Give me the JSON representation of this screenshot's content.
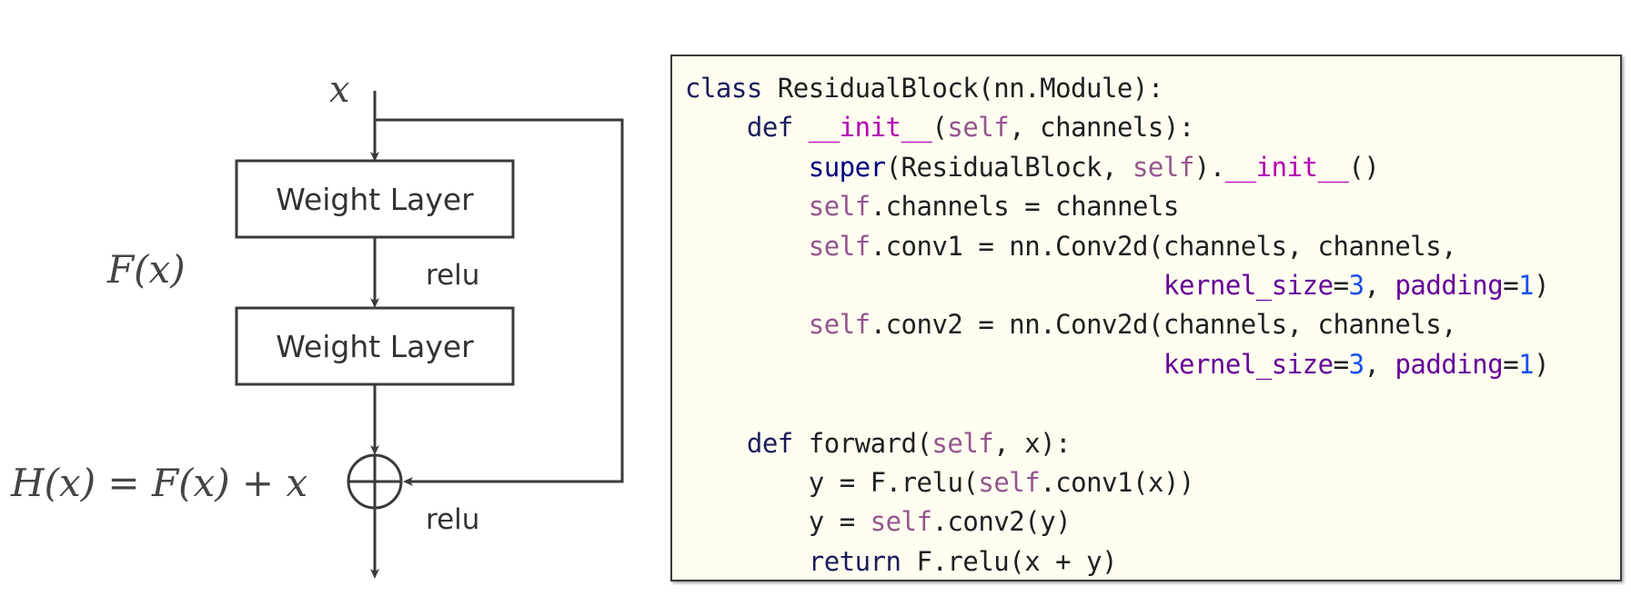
{
  "diagram": {
    "input_label": "x",
    "residual_label": "F(x)",
    "output_label": "H(x) = F(x) + x",
    "layer1_label": "Weight Layer",
    "layer2_label": "Weight Layer",
    "activation1_label": "relu",
    "activation2_label": "relu",
    "adder_symbol": "plus-circle"
  },
  "code": {
    "lines": [
      "class ResidualBlock(nn.Module):",
      "    def __init__(self, channels):",
      "        super(ResidualBlock, self).__init__()",
      "        self.channels = channels",
      "        self.conv1 = nn.Conv2d(channels, channels,",
      "                               kernel_size=3, padding=1)",
      "        self.conv2 = nn.Conv2d(channels, channels,",
      "                               kernel_size=3, padding=1)",
      "",
      "    def forward(self, x):",
      "        y = F.relu(self.conv1(x))",
      "        y = self.conv2(y)",
      "        return F.relu(x + y)"
    ]
  },
  "colors": {
    "code_background": "#fefdf0",
    "keyword": "#1a1aa6",
    "self": "#94558d",
    "dunder": "#b200b2",
    "number": "#1750eb",
    "kwarg": "#660099",
    "line": "#3a3a3a"
  }
}
